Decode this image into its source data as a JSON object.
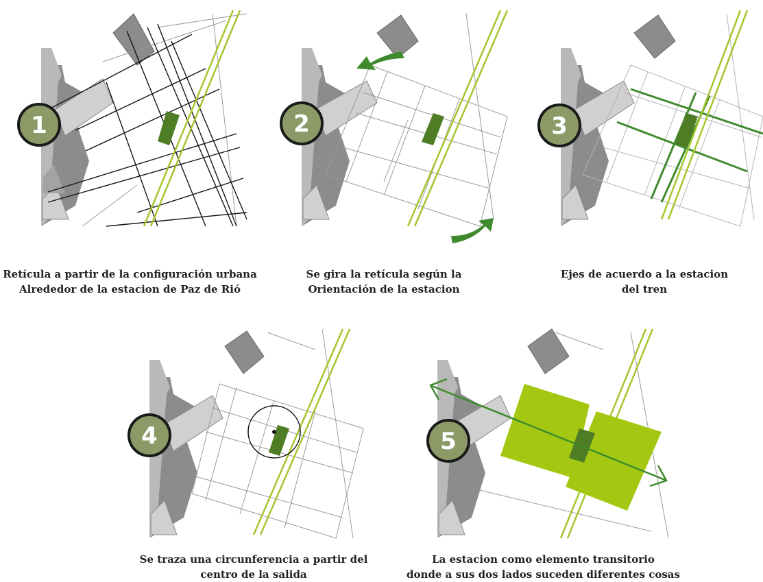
{
  "colors": {
    "building_dark": "#8c8c8c",
    "building_mid": "#a3a3a3",
    "building_light": "#d0d0d0",
    "rail": "#a4c62c",
    "station": "#4e7d25",
    "axis": "#3f8a2d",
    "block": "#a4c812",
    "badge_fill": "#8b9a66",
    "badge_ring": "#1a1a1a",
    "grid_black": "#141414",
    "grid_gray": "#9a9a9a"
  },
  "steps": [
    {
      "number": "1",
      "caption": [
        "Retícula a partir de la configuración urbana",
        "Alrededor de la estacion de Paz de Rió"
      ]
    },
    {
      "number": "2",
      "caption": [
        "Se gira la retícula según la",
        "Orientación de la estacion"
      ],
      "icons": [
        "rotate-arrow-icon",
        "rotate-arrow-icon"
      ]
    },
    {
      "number": "3",
      "caption": [
        "Ejes de acuerdo a la estacion",
        "del tren"
      ]
    },
    {
      "number": "4",
      "caption": [
        "Se traza una circunferencia a partir del",
        "centro de la salida"
      ]
    },
    {
      "number": "5",
      "caption": [
        "La estacion como elemento transitorio",
        "donde a sus dos lados suceden diferentes cosas"
      ],
      "icons": [
        "double-arrow-icon"
      ]
    }
  ]
}
